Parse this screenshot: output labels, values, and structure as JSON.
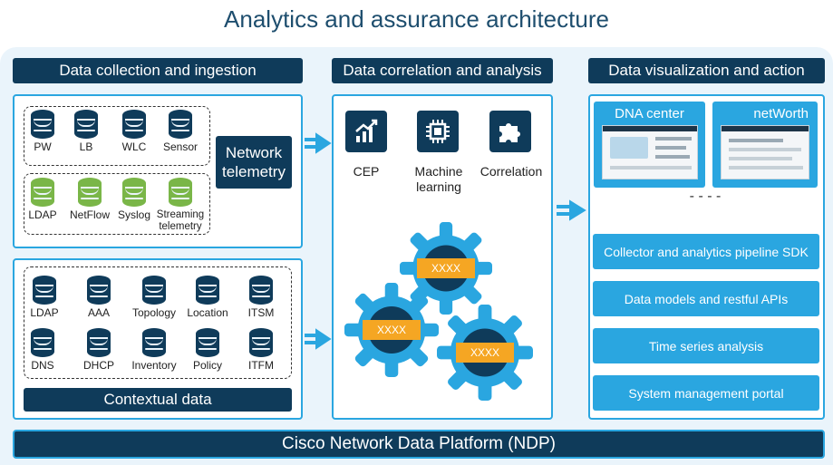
{
  "title": "Analytics and assurance architecture",
  "columns": {
    "collection": "Data collection and ingestion",
    "correlation": "Data correlation and analysis",
    "visualization": "Data visualization and action"
  },
  "network_sources_row1": [
    "PW",
    "LB",
    "WLC",
    "Sensor"
  ],
  "network_sources_row2": [
    "LDAP",
    "NetFlow",
    "Syslog",
    "Streaming telemetry"
  ],
  "network_telemetry": "Network telemetry",
  "context_row1": [
    "LDAP",
    "AAA",
    "Topology",
    "Location",
    "ITSM"
  ],
  "context_row2": [
    "DNS",
    "DHCP",
    "Inventory",
    "Policy",
    "ITFM"
  ],
  "contextual_data": "Contextual data",
  "methods": [
    "CEP",
    "Machine learning",
    "Correlation"
  ],
  "gear_label": "XXXX",
  "apps": [
    "DNA center",
    "netWorth"
  ],
  "ellipsis": "- - - -",
  "services": [
    "Collector and analytics pipeline SDK",
    "Data models and restful APIs",
    "Time series analysis",
    "System management portal"
  ],
  "platform": "Cisco Network Data Platform (NDP)",
  "colors": {
    "navy": "#0f3b5a",
    "accent_blue": "#2aa6e0",
    "db_green": "#7ab648",
    "gear_orange": "#f5a623"
  }
}
